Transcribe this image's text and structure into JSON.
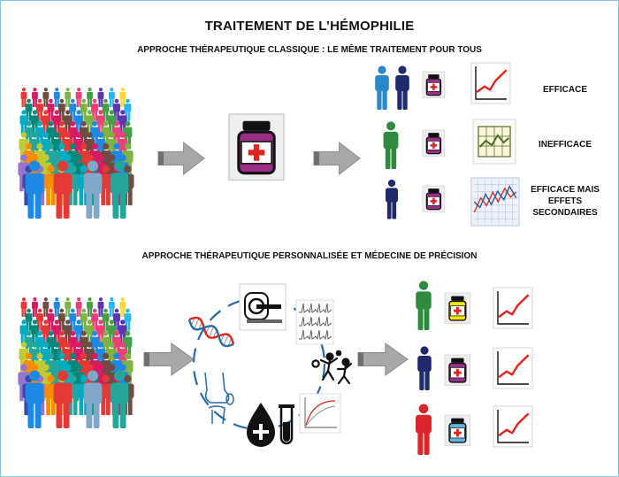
{
  "title": "TRAITEMENT DE L’HÉMOPHILIE",
  "classic": {
    "heading": "APPROCHE THÉRAPEUTIQUE CLASSIQUE : LE MÊME TRAITEMENT POUR TOUS",
    "outcomes": [
      {
        "lines": [
          "EFFICACE"
        ]
      },
      {
        "lines": [
          "INEFFICACE"
        ]
      },
      {
        "lines": [
          "EFFICACE MAIS",
          "EFFETS",
          "SECONDAIRES"
        ]
      }
    ]
  },
  "precision": {
    "heading": "APPROCHE THÉRAPEUTIQUE PERSONNALISÉE ET MÉDECINE DE PRÉCISION"
  },
  "colors": {
    "arrow": "#a8a8a8",
    "trend": "#e3231e",
    "cross": "#e3231e",
    "jar_purple": "#9b2d86",
    "jar_yellow": "#f3e500",
    "jar_blue": "#5db4e0",
    "person_blue": "#2a88c9",
    "person_navy": "#1f2a6b",
    "person_green": "#2f8a3e",
    "person_red": "#d8262a",
    "cycle": "#2a6aa8"
  }
}
